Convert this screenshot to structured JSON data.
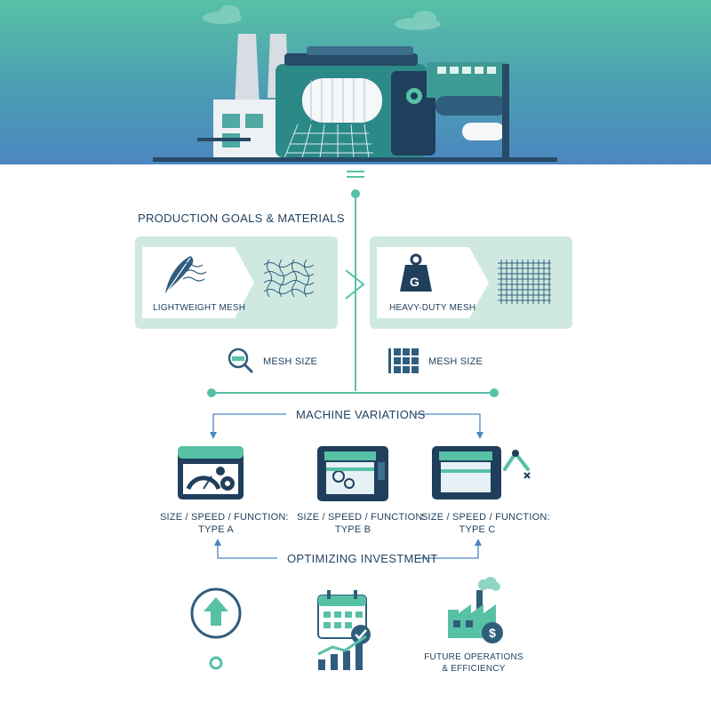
{
  "sections": {
    "goals_title": "PRODUCTION GOALS & MATERIALS",
    "machine_title": "MACHINE VARIATIONS",
    "invest_title": "OPTIMIZING INVESTMENT"
  },
  "materials": [
    {
      "label": "LIGHTWEIGHT MESH",
      "icon": "feather-icon"
    },
    {
      "label": "HEAVY-DUTY MESH",
      "icon": "weight-icon",
      "weight_letter": "G"
    }
  ],
  "mesh_size": [
    {
      "label": "MESH SIZE",
      "icon": "magnifier-ruler-icon"
    },
    {
      "label": "MESH SIZE",
      "icon": "grid-icon"
    }
  ],
  "machines": [
    {
      "line1": "SIZE / SPEED / FUNCTION:",
      "line2": "TYPE A",
      "icon": "control-panel-icon"
    },
    {
      "line1": "SIZE / SPEED / FUNCTION:",
      "line2": "TYPE B",
      "icon": "loom-machine-icon"
    },
    {
      "line1": "SIZE / SPEED / FUNCTION:",
      "line2": "TYPE C",
      "icon": "robotic-machine-icon"
    }
  ],
  "investment": [
    {
      "icon": "growth-arrow-icon"
    },
    {
      "icon": "calendar-chart-icon"
    },
    {
      "line1": "FUTURE OPERATIONS",
      "line2": "& EFFICIENCY",
      "icon": "factory-dollar-icon"
    }
  ],
  "colors": {
    "teal": "#57c1a6",
    "navy": "#1f3f5c",
    "blue": "#4c86c0",
    "mint": "#cfe9e1"
  }
}
